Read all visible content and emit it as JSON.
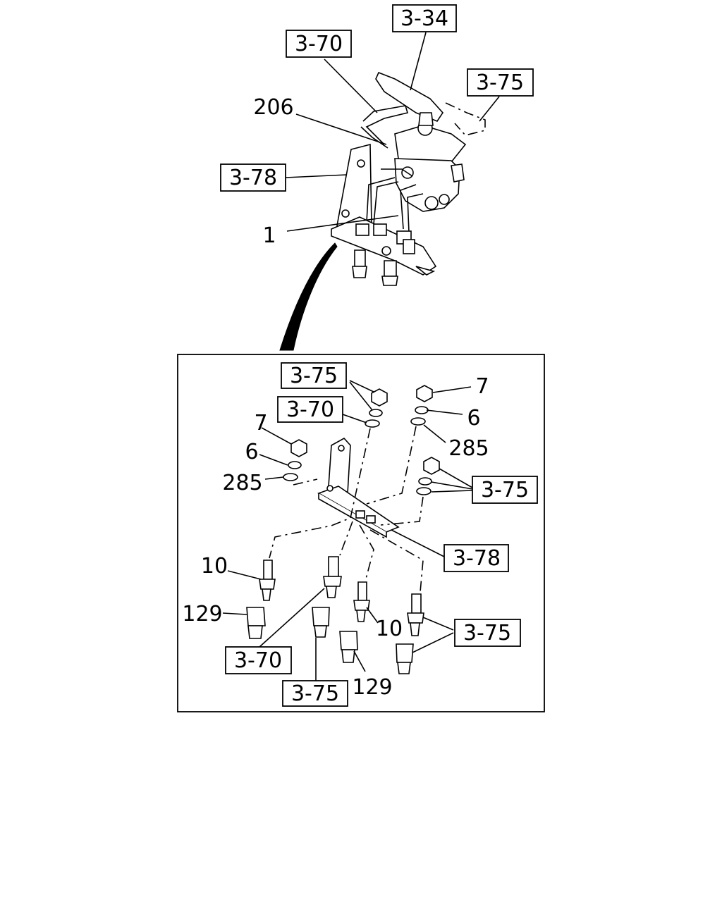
{
  "callouts": {
    "ref_3_34": "3-34",
    "ref_3_70_top": "3-70",
    "ref_3_75_top": "3-75",
    "num_206": "206",
    "ref_3_78_top": "3-78",
    "num_1": "1",
    "ref_3_75_a": "3-75",
    "num_7_right": "7",
    "ref_3_70_b": "3-70",
    "num_6_right": "6",
    "num_7_left": "7",
    "num_285_right": "285",
    "num_6_left": "6",
    "num_285_left": "285",
    "ref_3_75_b": "3-75",
    "ref_3_78_b": "3-78",
    "num_10_left": "10",
    "num_129_left": "129",
    "num_10_mid": "10",
    "ref_3_75_c": "3-75",
    "ref_3_70_c": "3-70",
    "ref_3_75_d": "3-75",
    "num_129_mid": "129"
  }
}
